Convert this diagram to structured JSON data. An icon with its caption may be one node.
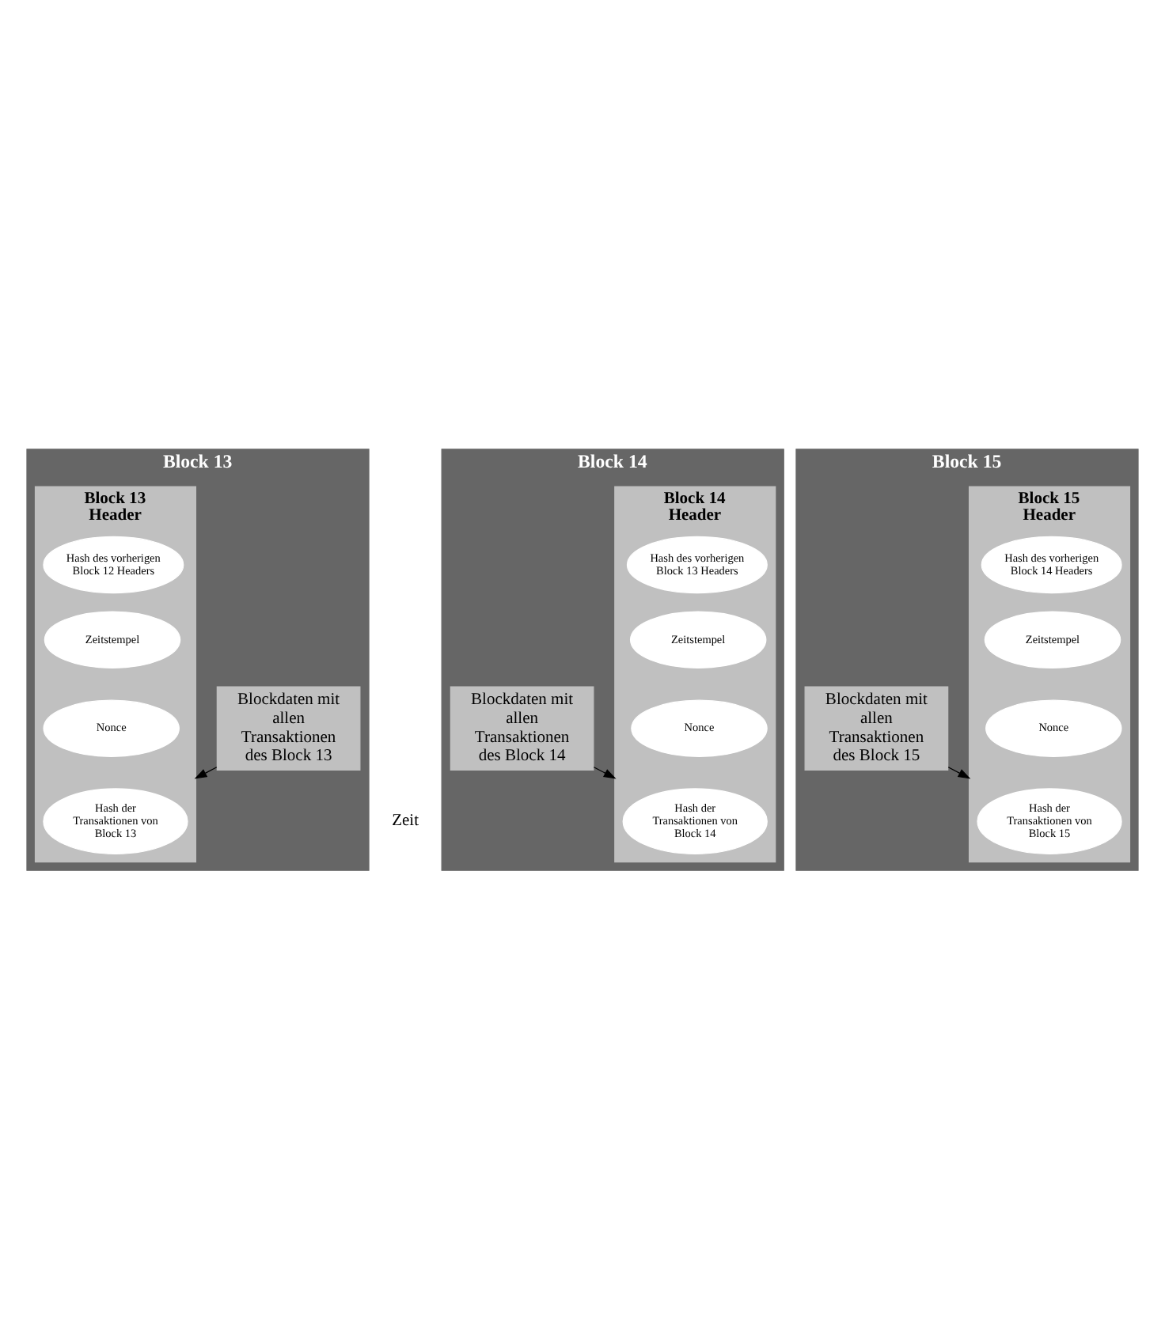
{
  "diagram": {
    "nodes": [
      {
        "text": [
          "Block 13"
        ]
      },
      {
        "text": [
          "Block 13 Header"
        ],
        "in": 0
      },
      {
        "text": [
          "Hash des vorherigen Block 12 Headers"
        ],
        "in": 1
      },
      {
        "text": [
          "Zeitstempel"
        ],
        "in": 1
      },
      {
        "text": [
          "Nonce"
        ],
        "in": 1
      },
      {
        "text": [
          "Hash der Transaktionen von Block 13"
        ],
        "in": 1
      },
      {
        "text": [
          "Blockdaten mit allen Transaktionen des Block 13"
        ],
        "in": 0
      },
      {
        "text": [
          "Block 14"
        ]
      },
      {
        "text": [
          "Block 14 Header"
        ],
        "in": 7
      },
      {
        "text": [
          "Hash des vorherigen Block 13 Headers"
        ],
        "in": 8
      },
      {
        "text": [
          "Zeitstempel"
        ],
        "in": 8
      },
      {
        "text": [
          "Nonce"
        ],
        "in": 8
      },
      {
        "text": [
          "Hash der Transaktionen von Block 14"
        ],
        "in": 8
      },
      {
        "text": [
          "Blockdaten mit allen Transaktionen des Block 14"
        ],
        "in": 7
      },
      {
        "text": [
          "Block 15"
        ]
      },
      {
        "text": [
          "Block 15 Header"
        ],
        "in": 14
      },
      {
        "text": [
          "Hash des vorherigen Block 14 Headers"
        ],
        "in": 15
      },
      {
        "text": [
          "Zeitstempel"
        ],
        "in": 15
      },
      {
        "text": [
          "Nonce"
        ],
        "in": 15
      },
      {
        "text": [
          "Hash der Transaktionen von Block 15"
        ],
        "in": 15
      },
      {
        "text": [
          "Blockdaten mit allen Transaktionen des Block 15"
        ],
        "in": 14
      }
    ],
    "edges": [
      {
        "from": 6,
        "to": 1,
        "arrow": "to"
      },
      {
        "from": 13,
        "to": 8,
        "arrow": "to"
      },
      {
        "from": 20,
        "to": 15,
        "arrow": "to"
      }
    ],
    "labels": [
      "Zeit"
    ]
  }
}
